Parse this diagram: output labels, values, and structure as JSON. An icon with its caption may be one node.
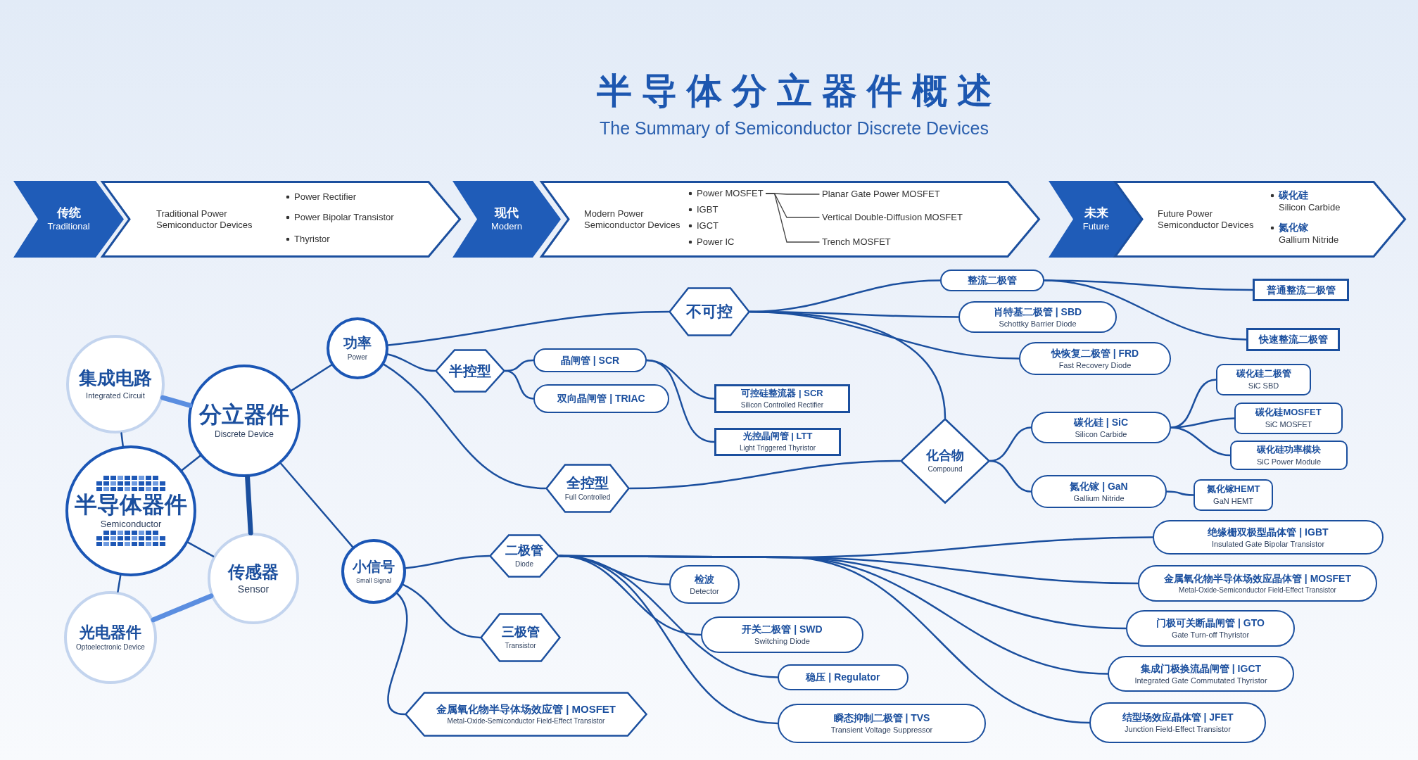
{
  "diagram": {
    "title": "半导体分立器件概述",
    "nodes": [
      {
        "text": [
          "传统",
          "Traditional"
        ]
      },
      {
        "text": [
          "Traditional Power Semiconductor Devices"
        ]
      },
      {
        "text": [
          "Power Rectifier"
        ],
        "in": 1
      },
      {
        "text": [
          "Power Bipolar Transistor"
        ],
        "in": 1
      },
      {
        "text": [
          "Thyristor"
        ],
        "in": 1
      },
      {
        "text": [
          "现代",
          "Modern"
        ]
      },
      {
        "text": [
          "Modern Power Semiconductor Devices"
        ]
      },
      {
        "text": [
          "Power MOSFET"
        ],
        "in": 6
      },
      {
        "text": [
          "IGBT"
        ],
        "in": 6
      },
      {
        "text": [
          "IGCT"
        ],
        "in": 6
      },
      {
        "text": [
          "Power IC"
        ],
        "in": 6
      },
      {
        "text": [
          "Planar Gate Power MOSFET"
        ],
        "in": 6
      },
      {
        "text": [
          "Vertical Double-Diffusion MOSFET"
        ],
        "in": 6
      },
      {
        "text": [
          "Trench MOSFET"
        ],
        "in": 6
      },
      {
        "text": [
          "未来",
          "Future"
        ]
      },
      {
        "text": [
          "Future Power Semiconductor Devices"
        ]
      },
      {
        "text": [
          "碳化硅",
          "Silicon Carbide"
        ],
        "in": 15
      },
      {
        "text": [
          "氮化镓",
          "Gallium Nitride"
        ],
        "in": 15
      },
      {
        "text": [
          "集成电路",
          "Integrated Circuit"
        ]
      },
      {
        "text": [
          "分立器件",
          "Discrete Device"
        ]
      },
      {
        "text": [
          "半导体器件",
          "Semiconductor"
        ]
      },
      {
        "text": [
          "传感器",
          "Sensor"
        ]
      },
      {
        "text": [
          "光电器件",
          "Optoelectronic Device"
        ]
      },
      {
        "text": [
          "功率",
          "Power"
        ]
      },
      {
        "text": [
          "小信号",
          "Small Signal"
        ]
      },
      {
        "text": [
          "不可控"
        ]
      },
      {
        "text": [
          "半控型"
        ]
      },
      {
        "text": [
          "全控型",
          "Full Controlled"
        ]
      },
      {
        "text": [
          "化合物",
          "Compound"
        ]
      },
      {
        "text": [
          "二极管",
          "Diode"
        ]
      },
      {
        "text": [
          "三极管",
          "Transistor"
        ]
      },
      {
        "text": [
          "金属氧化物半导体场效应管 | MOSFET",
          "Metal-Oxide-Semiconductor Field-Effect Transistor"
        ]
      },
      {
        "text": [
          "整流二极管"
        ]
      },
      {
        "text": [
          "肖特基二极管 | SBD",
          "Schottky Barrier Diode"
        ]
      },
      {
        "text": [
          "快恢复二极管 | FRD",
          "Fast Recovery Diode"
        ]
      },
      {
        "text": [
          "普通整流二极管"
        ]
      },
      {
        "text": [
          "快速整流二极管"
        ]
      },
      {
        "text": [
          "晶闸管 | SCR"
        ]
      },
      {
        "text": [
          "双向晶闸管 | TRIAC"
        ]
      },
      {
        "text": [
          "可控硅整流器 | SCR",
          "Silicon Controlled Rectifier"
        ]
      },
      {
        "text": [
          "光控晶闸管 | LTT",
          "Light Triggered Thyristor"
        ]
      },
      {
        "text": [
          "碳化硅 | SiC",
          "Silicon Carbide"
        ]
      },
      {
        "text": [
          "氮化镓 | GaN",
          "Gallium Nitride"
        ]
      },
      {
        "text": [
          "碳化硅二极管",
          "SiC SBD"
        ]
      },
      {
        "text": [
          "碳化硅MOSFET",
          "SiC MOSFET"
        ]
      },
      {
        "text": [
          "碳化硅功率模块",
          "SiC Power Module"
        ]
      },
      {
        "text": [
          "氮化镓HEMT",
          "GaN HEMT"
        ]
      },
      {
        "text": [
          "绝缘栅双极型晶体管 | IGBT",
          "Insulated Gate Bipolar Transistor"
        ]
      },
      {
        "text": [
          "金属氧化物半导体场效应晶体管 | MOSFET",
          "Metal-Oxide-Semiconductor Field-Effect Transistor"
        ]
      },
      {
        "text": [
          "门极可关断晶闸管 | GTO",
          "Gate Turn-off Thyristor"
        ]
      },
      {
        "text": [
          "集成门极换流晶闸管 | IGCT",
          "Integrated Gate Commutated Thyristor"
        ]
      },
      {
        "text": [
          "结型场效应晶体管 | JFET",
          "Junction Field-Effect Transistor"
        ]
      },
      {
        "text": [
          "检波",
          "Detector"
        ]
      },
      {
        "text": [
          "开关二极管 | SWD",
          "Switching Diode"
        ]
      },
      {
        "text": [
          "稳压 | Regulator"
        ]
      },
      {
        "text": [
          "瞬态抑制二极管 | TVS",
          "Transient Voltage Suppressor"
        ]
      }
    ],
    "edges": [
      {
        "from": 7,
        "to": 11,
        "arrow": "none"
      },
      {
        "from": 7,
        "to": 12,
        "arrow": "none"
      },
      {
        "from": 7,
        "to": 13,
        "arrow": "none"
      },
      {
        "from": 18,
        "to": 19,
        "arrow": "none",
        "style": "thick",
        "color": "#5b8ee0"
      },
      {
        "from": 18,
        "to": 20,
        "arrow": "none"
      },
      {
        "from": 19,
        "to": 20,
        "arrow": "none"
      },
      {
        "from": 19,
        "to": 21,
        "arrow": "none",
        "style": "thick"
      },
      {
        "from": 20,
        "to": 21,
        "arrow": "none"
      },
      {
        "from": 20,
        "to": 22,
        "arrow": "none"
      },
      {
        "from": 22,
        "to": 21,
        "arrow": "none",
        "style": "thick",
        "color": "#5b8ee0"
      },
      {
        "from": 19,
        "to": 23,
        "arrow": "none"
      },
      {
        "from": 19,
        "to": 24,
        "arrow": "none"
      },
      {
        "from": 23,
        "to": 25,
        "arrow": "none"
      },
      {
        "from": 23,
        "to": 26,
        "arrow": "none"
      },
      {
        "from": 23,
        "to": 27,
        "arrow": "none"
      },
      {
        "from": 25,
        "to": 32,
        "arrow": "none"
      },
      {
        "from": 25,
        "to": 33,
        "arrow": "none"
      },
      {
        "from": 25,
        "to": 34,
        "arrow": "none"
      },
      {
        "from": 25,
        "to": 28,
        "arrow": "none"
      },
      {
        "from": 32,
        "to": 35,
        "arrow": "none"
      },
      {
        "from": 32,
        "to": 36,
        "arrow": "none"
      },
      {
        "from": 26,
        "to": 37,
        "arrow": "none"
      },
      {
        "from": 26,
        "to": 38,
        "arrow": "none"
      },
      {
        "from": 37,
        "to": 39,
        "arrow": "none"
      },
      {
        "from": 37,
        "to": 40,
        "arrow": "none"
      },
      {
        "from": 27,
        "to": 28,
        "arrow": "none"
      },
      {
        "from": 28,
        "to": 41,
        "arrow": "none"
      },
      {
        "from": 28,
        "to": 42,
        "arrow": "none"
      },
      {
        "from": 41,
        "to": 43,
        "arrow": "none"
      },
      {
        "from": 41,
        "to": 44,
        "arrow": "none"
      },
      {
        "from": 41,
        "to": 45,
        "arrow": "none"
      },
      {
        "from": 42,
        "to": 46,
        "arrow": "none"
      },
      {
        "from": 29,
        "to": 47,
        "arrow": "none"
      },
      {
        "from": 29,
        "to": 48,
        "arrow": "none"
      },
      {
        "from": 29,
        "to": 49,
        "arrow": "none"
      },
      {
        "from": 29,
        "to": 50,
        "arrow": "none"
      },
      {
        "from": 29,
        "to": 51,
        "arrow": "none"
      },
      {
        "from": 24,
        "to": 29,
        "arrow": "none"
      },
      {
        "from": 24,
        "to": 30,
        "arrow": "none"
      },
      {
        "from": 24,
        "to": 31,
        "arrow": "none"
      },
      {
        "from": 29,
        "to": 52,
        "arrow": "none"
      },
      {
        "from": 29,
        "to": 53,
        "arrow": "none"
      },
      {
        "from": 29,
        "to": 54,
        "arrow": "none"
      },
      {
        "from": 29,
        "to": 55,
        "arrow": "none"
      }
    ],
    "labels": [
      "The Summary of Semiconductor Discrete Devices"
    ]
  }
}
